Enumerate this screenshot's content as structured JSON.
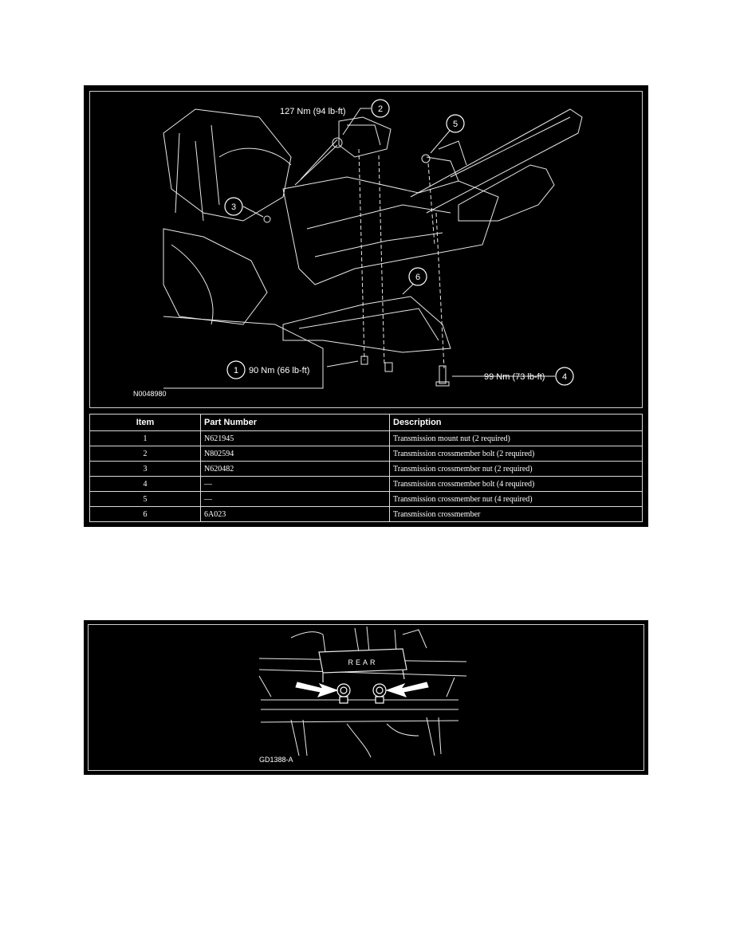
{
  "figure1": {
    "image_code": "N0048980",
    "callouts": [
      {
        "num": "1",
        "torque": "90 Nm (66 lb-ft)"
      },
      {
        "num": "2",
        "torque": "127 Nm (94 lb-ft)"
      },
      {
        "num": "3",
        "torque": ""
      },
      {
        "num": "4",
        "torque": "99 Nm (73 lb-ft)"
      },
      {
        "num": "5",
        "torque": ""
      },
      {
        "num": "6",
        "torque": ""
      }
    ],
    "table": {
      "headers": [
        "Item",
        "Part Number",
        "Description"
      ],
      "rows": [
        {
          "item": "1",
          "part": "N621945",
          "desc": "Transmission mount nut (2 required)"
        },
        {
          "item": "2",
          "part": "N802594",
          "desc": "Transmission crossmember bolt (2 required)"
        },
        {
          "item": "3",
          "part": "N620482",
          "desc": "Transmission crossmember nut (2 required)"
        },
        {
          "item": "4",
          "part": "—",
          "desc": "Transmission crossmember bolt (4 required)"
        },
        {
          "item": "5",
          "part": "—",
          "desc": "Transmission crossmember nut (4 required)"
        },
        {
          "item": "6",
          "part": "6A023",
          "desc": "Transmission crossmember"
        }
      ]
    }
  },
  "figure2": {
    "image_code": "GD1388-A",
    "mount_label": "REAR"
  }
}
